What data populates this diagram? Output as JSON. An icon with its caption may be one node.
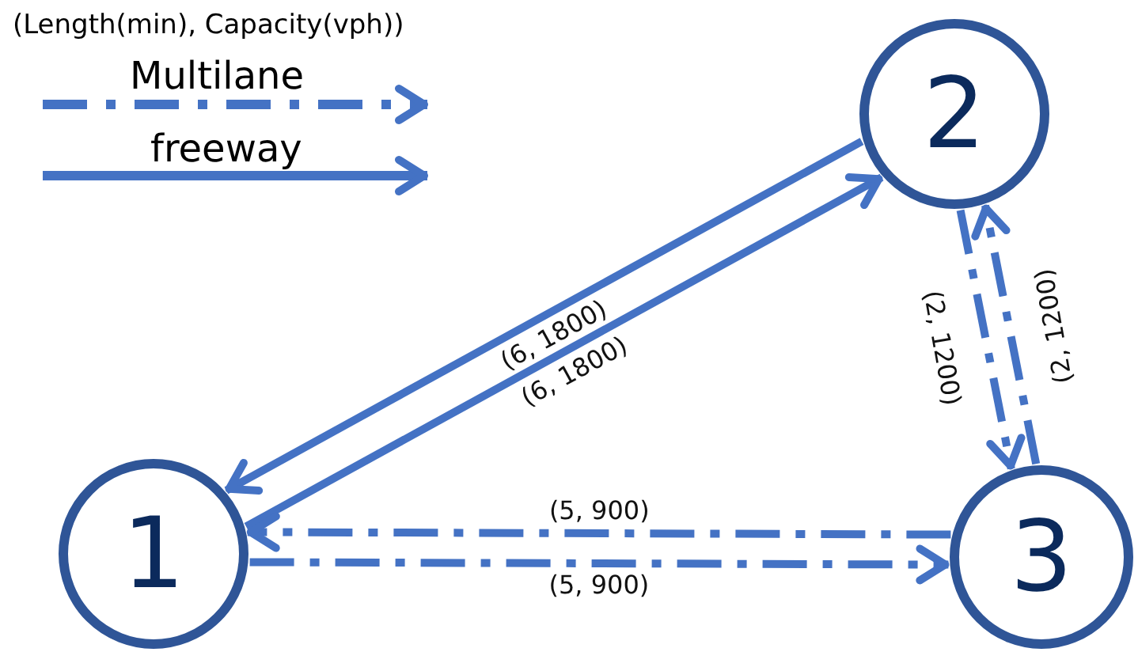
{
  "diagram": {
    "nodes": [
      {
        "text": [
          "1"
        ]
      },
      {
        "text": [
          "2"
        ]
      },
      {
        "text": [
          "3"
        ]
      }
    ],
    "edges": [
      {
        "from": 0,
        "to": 1,
        "arrow": "to",
        "label": "(6, 1800)"
      },
      {
        "from": 1,
        "to": 0,
        "arrow": "to",
        "label": "(6, 1800)"
      },
      {
        "from": 0,
        "to": 2,
        "arrow": "to",
        "label": "(5, 900)",
        "style": "dashed"
      },
      {
        "from": 2,
        "to": 0,
        "arrow": "to",
        "label": "(5, 900)",
        "style": "dashed"
      },
      {
        "from": 1,
        "to": 2,
        "arrow": "to",
        "label": "(2, 1200)",
        "style": "dashed"
      },
      {
        "from": 2,
        "to": 1,
        "arrow": "to",
        "label": "(2, 1200)",
        "style": "dashed"
      }
    ],
    "labels": [
      "(Length(min), Capacity(vph))"
    ],
    "legend": [
      {
        "text": "Multilane"
      },
      {
        "text": "freeway"
      }
    ]
  }
}
